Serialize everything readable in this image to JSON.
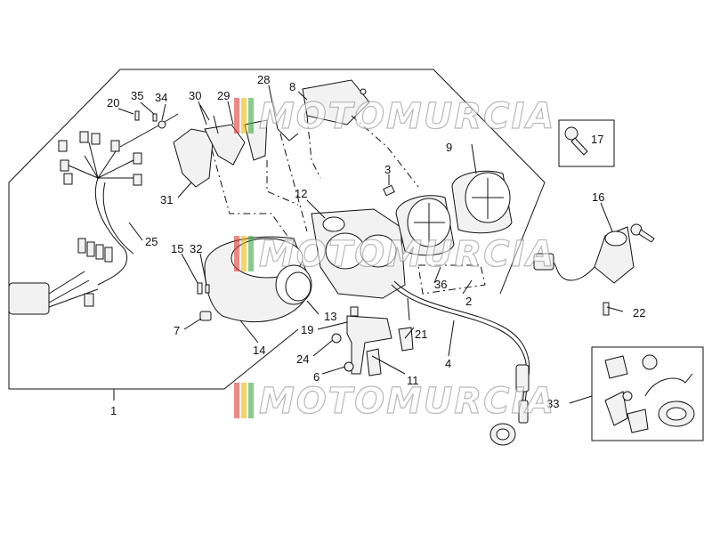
{
  "callouts": [
    "1",
    "2",
    "3",
    "4",
    "6",
    "7",
    "8",
    "9",
    "11",
    "12",
    "13",
    "14",
    "15",
    "16",
    "17",
    "19",
    "20",
    "21",
    "22",
    "24",
    "25",
    "28",
    "29",
    "30",
    "31",
    "32",
    "33",
    "34",
    "35",
    "36"
  ],
  "watermark": {
    "text": "MOTOMURCIA",
    "stripe_colors": [
      "#e23b2e",
      "#f0b800",
      "#3aa648"
    ]
  }
}
